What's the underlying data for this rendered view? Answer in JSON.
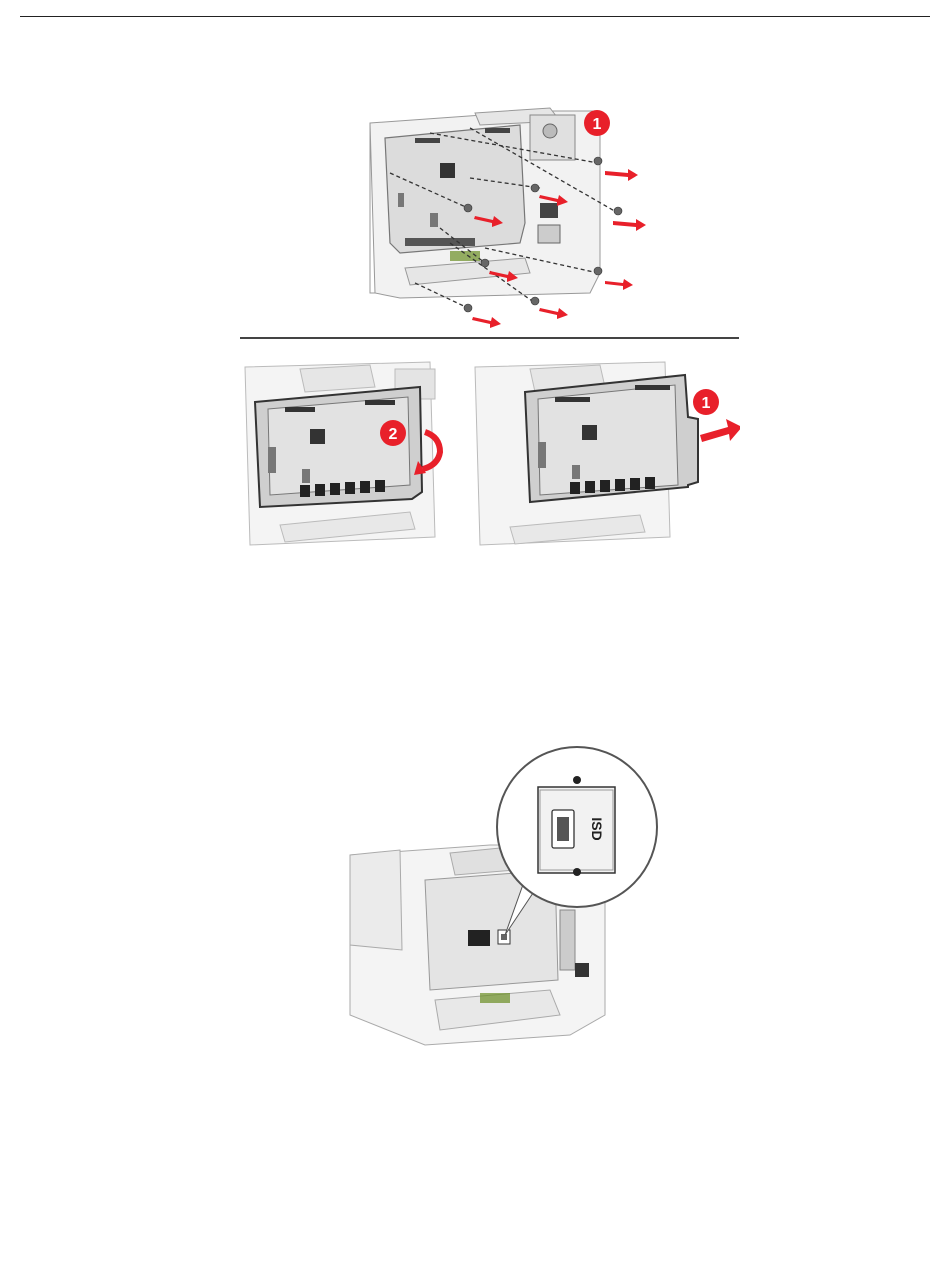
{
  "steps": {
    "step1": "1",
    "step2": "2"
  },
  "isd_label": "ISD",
  "colors": {
    "arrow_red": "#e8202a",
    "callout_red": "#e8202a",
    "line_gray": "#888888",
    "body_gray": "#d6d6d6"
  }
}
